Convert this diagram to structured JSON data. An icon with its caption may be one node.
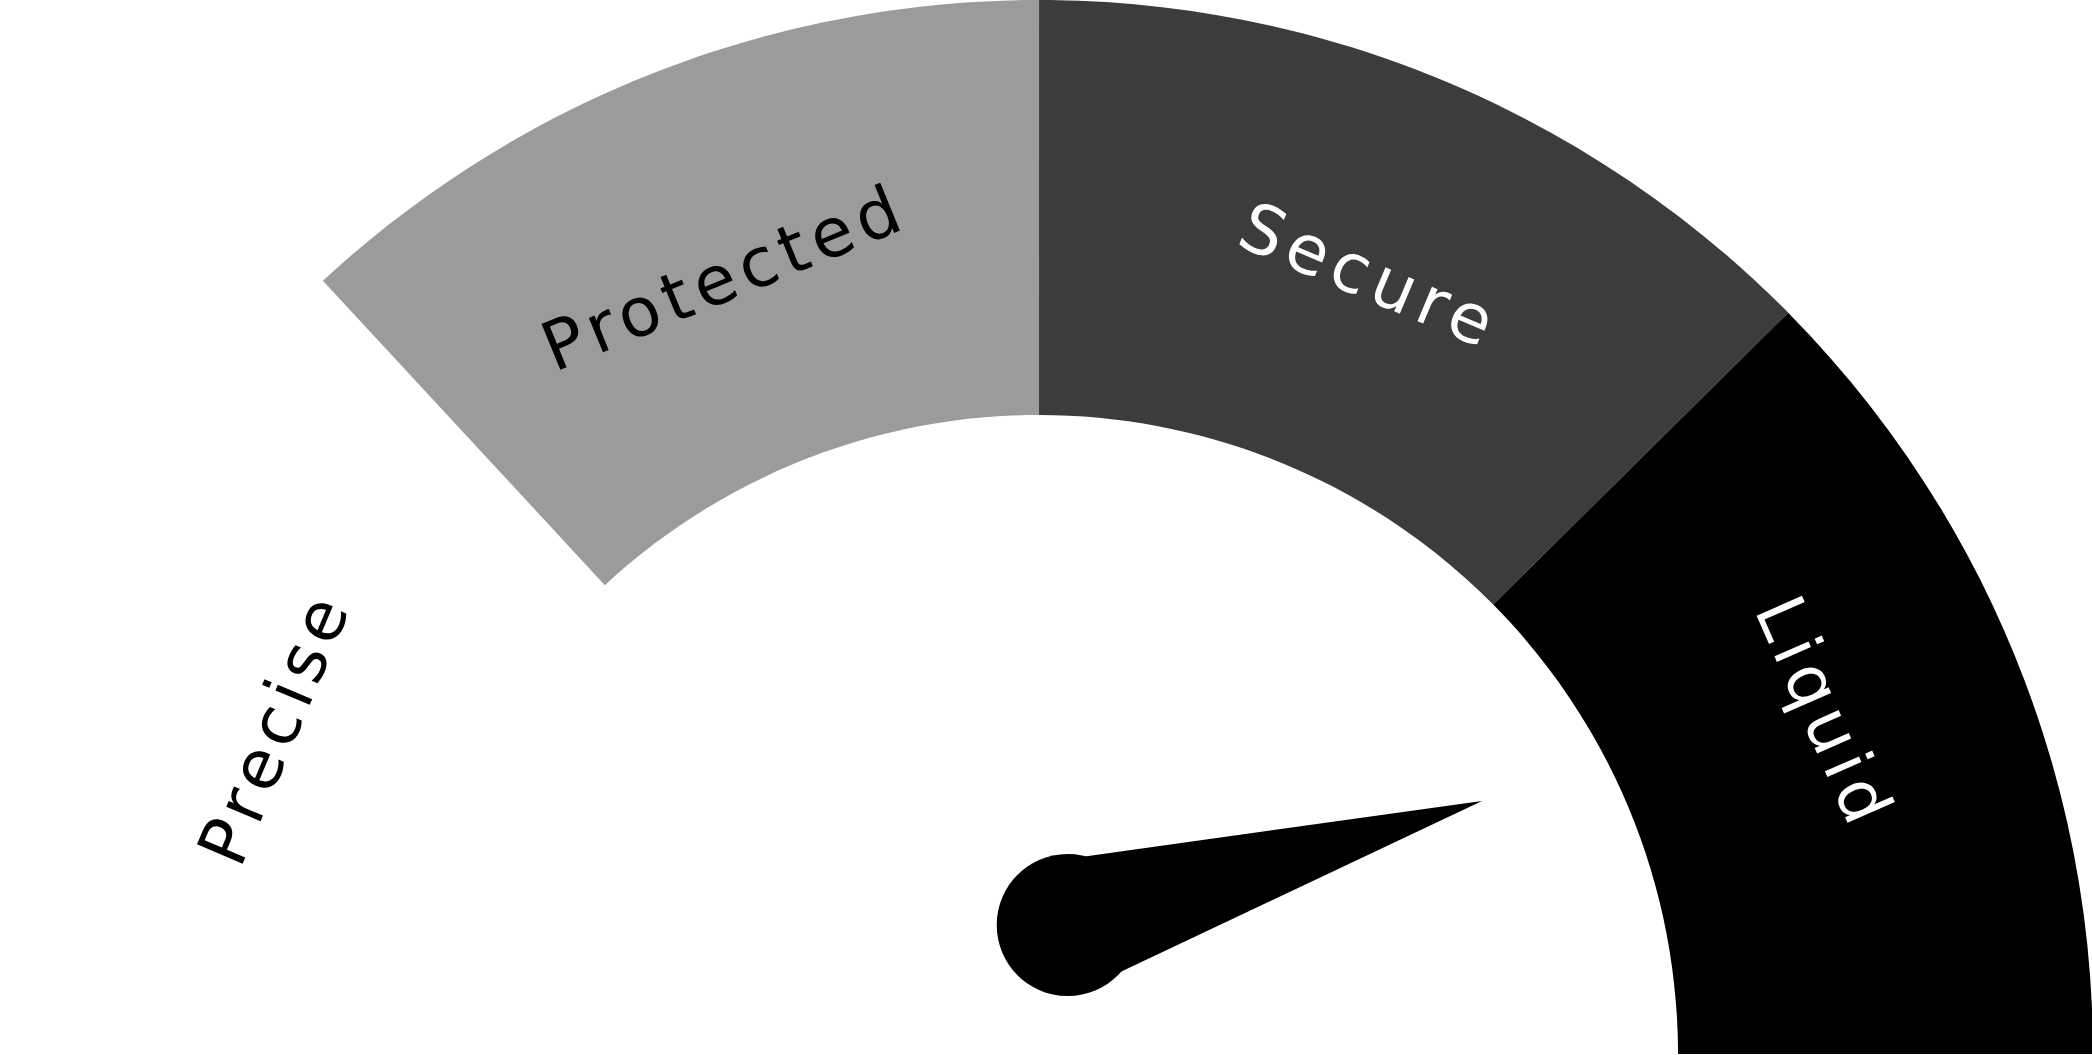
{
  "diagram": {
    "nodes": [
      {
        "text": [
          "Protected"
        ]
      },
      {
        "text": [
          "Secure"
        ]
      },
      {
        "text": [
          "Liquid"
        ]
      }
    ],
    "labels": [
      "Precise"
    ]
  }
}
